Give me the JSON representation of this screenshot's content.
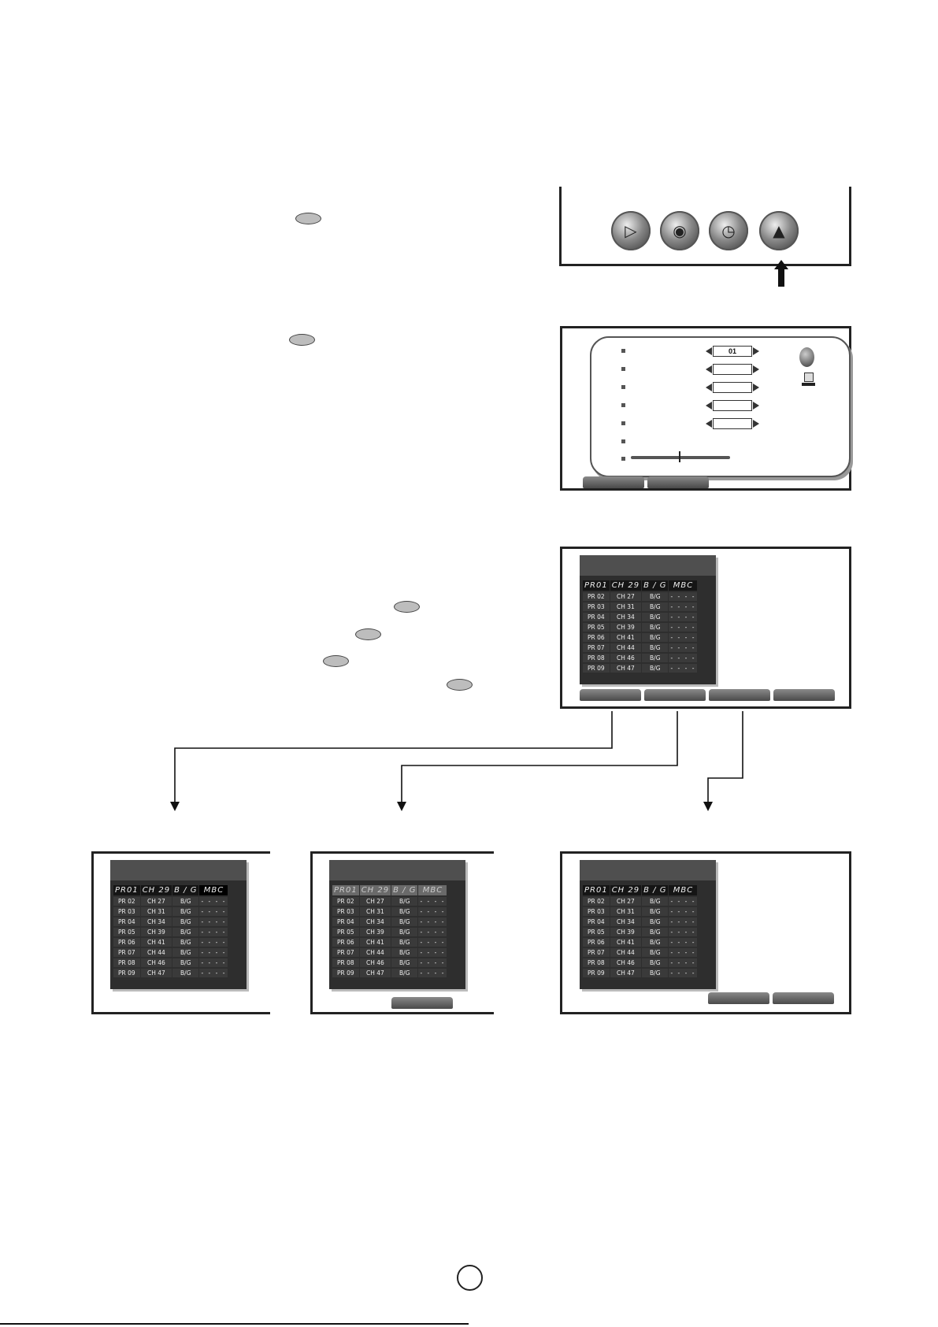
{
  "screen2": {
    "spin_values": [
      "01",
      "",
      "",
      "",
      ""
    ]
  },
  "channel_table": {
    "header": [
      "PR01",
      "CH  29",
      "B / G",
      "MBC"
    ],
    "rows": [
      [
        "PR  02",
        "CH  27",
        "B/G",
        "- - - -"
      ],
      [
        "PR  03",
        "CH  31",
        "B/G",
        "- - - -"
      ],
      [
        "PR  04",
        "CH  34",
        "B/G",
        "- - - -"
      ],
      [
        "PR  05",
        "CH  39",
        "B/G",
        "- - - -"
      ],
      [
        "PR  06",
        "CH  41",
        "B/G",
        "- - - -"
      ],
      [
        "PR  07",
        "CH  44",
        "B/G",
        "- - - -"
      ],
      [
        "PR  08",
        "CH  46",
        "B/G",
        "- - - -"
      ],
      [
        "PR  09",
        "CH  47",
        "B/G",
        "- - - -"
      ]
    ]
  },
  "icons": {
    "menu": [
      "picture-icon",
      "sound-icon",
      "timer-icon",
      "setup-icon"
    ],
    "selector": "up-arrow-icon"
  }
}
